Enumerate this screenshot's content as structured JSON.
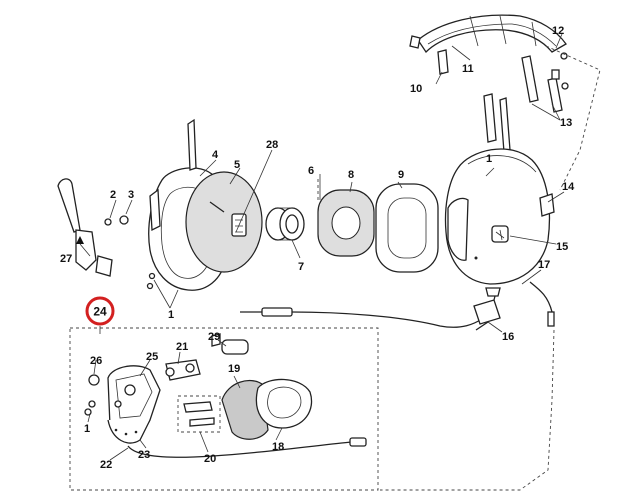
{
  "callouts": {
    "c1a": "1",
    "c1b": "1",
    "c1c": "1",
    "c2": "2",
    "c3": "3",
    "c4": "4",
    "c5": "5",
    "c6": "6",
    "c7": "7",
    "c8": "8",
    "c9": "9",
    "c10": "10",
    "c11": "11",
    "c12": "12",
    "c13": "13",
    "c14": "14",
    "c15": "15",
    "c16": "16",
    "c17": "17",
    "c18": "18",
    "c19": "19",
    "c20": "20",
    "c21": "21",
    "c22": "22",
    "c23": "23",
    "c24": "24",
    "c25": "25",
    "c26": "26",
    "c27": "27",
    "c28": "28",
    "c29": "29"
  },
  "colors": {
    "highlight_circle": "#d32020",
    "line": "#222222",
    "shade": "#dedede"
  }
}
